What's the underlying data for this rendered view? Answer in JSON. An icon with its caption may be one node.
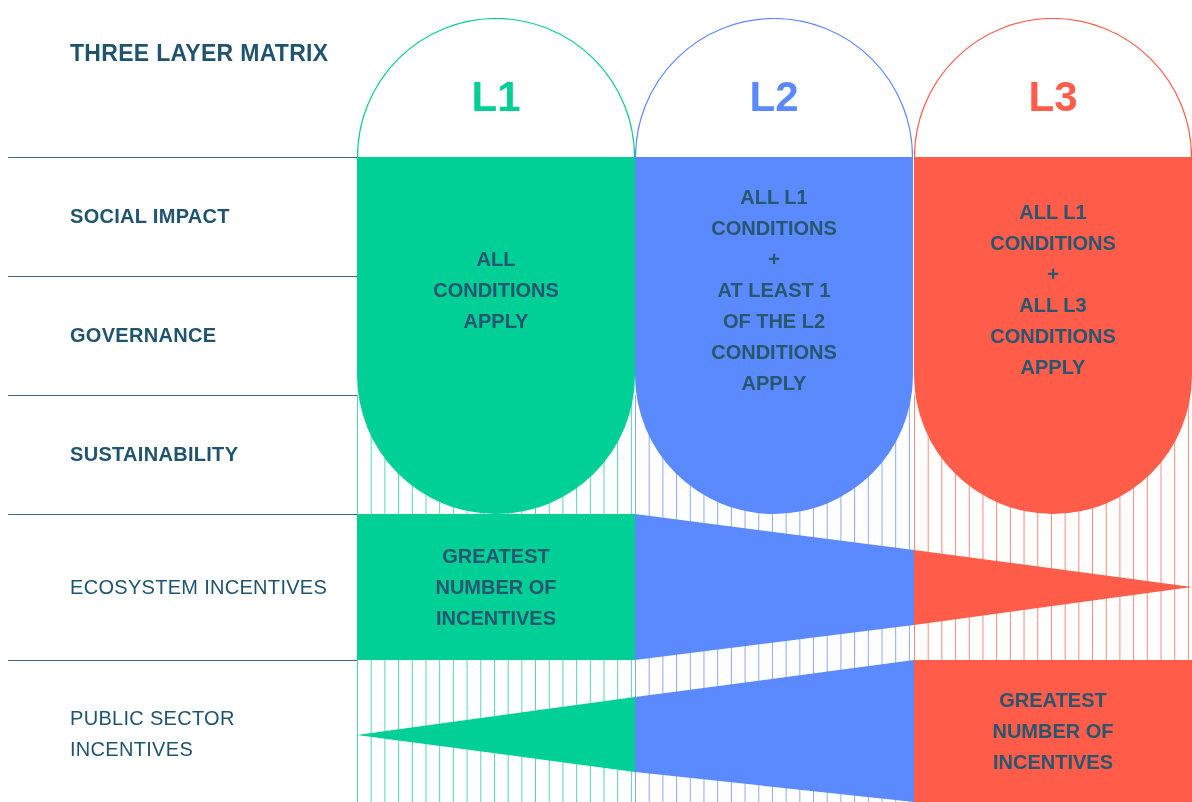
{
  "diagram": {
    "title": "THREE LAYER MATRIX",
    "nodes": [
      {
        "text": [
          "L1"
        ]
      },
      {
        "text": [
          "L2"
        ]
      },
      {
        "text": [
          "L3"
        ]
      },
      {
        "text": [
          "ALL CONDITIONS APPLY"
        ]
      },
      {
        "text": [
          "ALL L1 CONDITIONS",
          "+",
          "AT LEAST 1 OF THE L2 CONDITIONS APPLY"
        ]
      },
      {
        "text": [
          "ALL L1 CONDITIONS",
          "+",
          "ALL L3 CONDITIONS APPLY"
        ]
      },
      {
        "text": [
          "GREATEST NUMBER OF INCENTIVES"
        ]
      },
      {
        "text": [
          "GREATEST NUMBER OF INCENTIVES"
        ]
      }
    ],
    "labels": [
      "SOCIAL IMPACT",
      "GOVERNANCE",
      "SUSTAINABILITY",
      "ECOSYSTEM INCENTIVES",
      "PUBLIC SECTOR INCENTIVES"
    ]
  }
}
